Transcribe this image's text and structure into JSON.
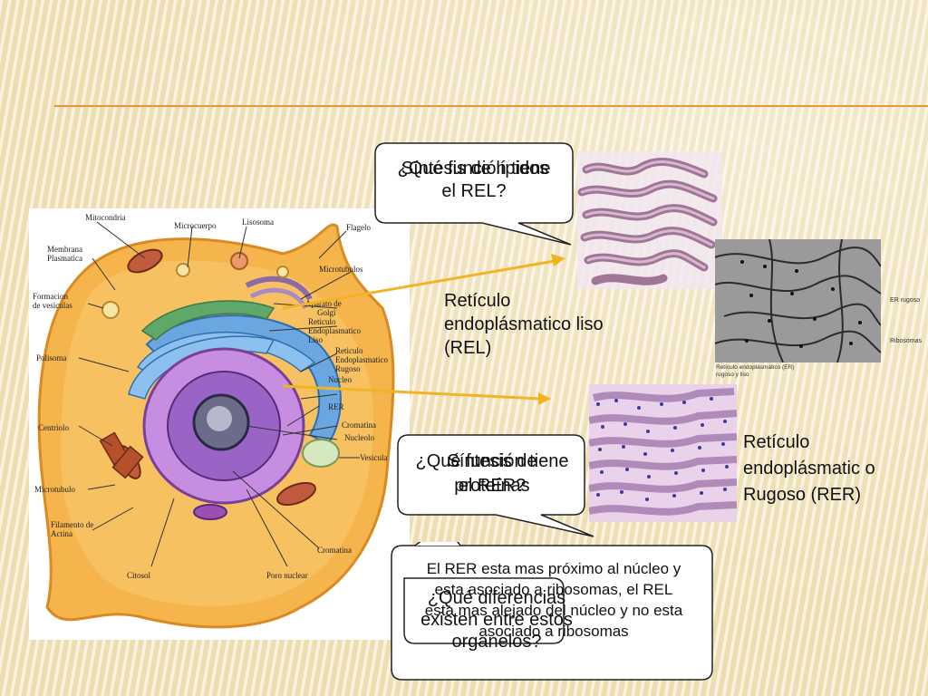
{
  "slide": {
    "labels": {
      "rel_title": "Retículo endoplásmatico liso (REL)",
      "rer_title": "Retículo endoplásmatic o Rugoso (RER)"
    },
    "bubbles": {
      "rel_question": "¿Qué función tiene el REL?",
      "rel_answer": "Síntesis de lípidos",
      "rer_question": "¿Qué función tiene el RER?",
      "rer_answer": "Síntesis de proteínas",
      "diff_question": "¿Qué diferencias existen entre estos organelos?",
      "diff_answer": "El RER esta mas próximo al núcleo y esta asociado a ribosomas, el REL esta mas alejado del núcleo  y no esta asociado a ribosomas"
    },
    "micrograph": {
      "label_rugoso": "ER rugoso",
      "label_ribosomas": "Ribosomas",
      "caption": "Retículo endoplásmatico (ER) rugoso y liso"
    },
    "cell_diagram": {
      "labels": [
        "Mitocondria",
        "Microcuerpo",
        "Lisosoma",
        "Flagelo",
        "Membrana Plasmatica",
        "Microtubulos",
        "Formacion de vesiculas",
        "Aparato de Golgi",
        "Reticulo Endoplasmatico Liso",
        "Polisoma",
        "Reticulo Endoplasmatico Rugoso",
        "Nucleo",
        "RER",
        "Cromatina",
        "Centriolo",
        "Nucleolo",
        "Vesicula",
        "Microtubulo",
        "Filamento de Actina",
        "Cromatina",
        "Citosol",
        "Poro nuclear"
      ]
    },
    "colors": {
      "accent_line": "#e89a32",
      "arrow": "#f2b325"
    }
  }
}
